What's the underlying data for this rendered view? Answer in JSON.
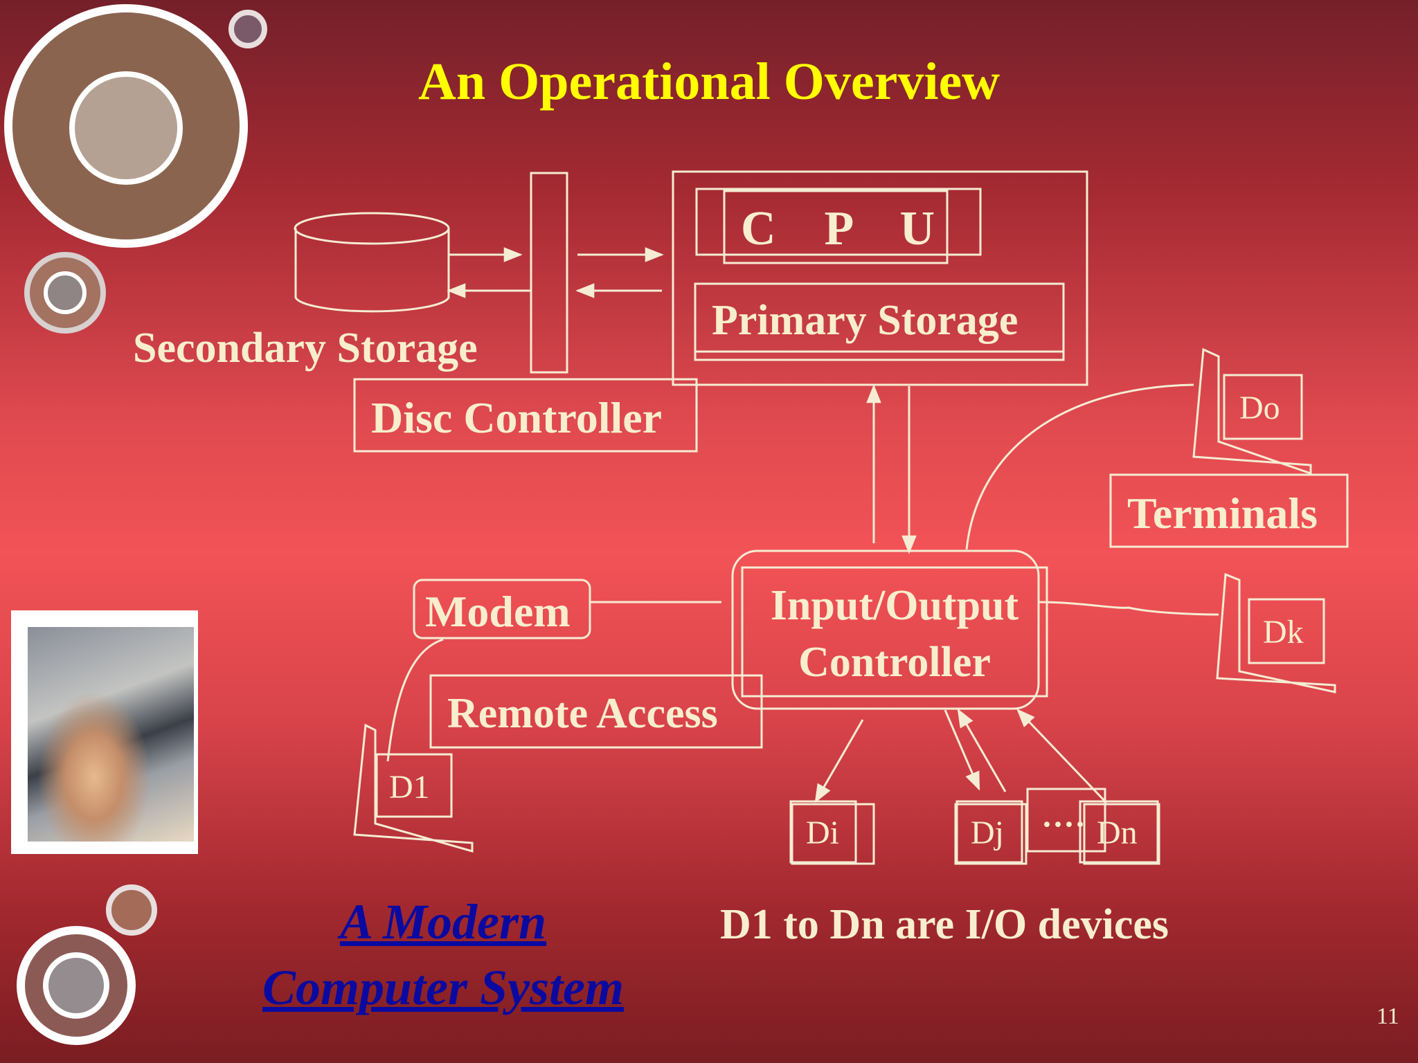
{
  "title": "An Operational Overview",
  "labels": {
    "secondary_storage": "Secondary Storage",
    "disc_controller": "Disc Controller",
    "cpu": "C    P    U",
    "primary_storage": "Primary Storage",
    "terminals": "Terminals",
    "modem": "Modem",
    "io_controller_line1": "Input/Output",
    "io_controller_line2": "Controller",
    "remote_access": "Remote Access"
  },
  "devices": {
    "d1": "D1",
    "do": "Do",
    "dk": "Dk",
    "di": "Di",
    "dj": "Dj",
    "ellipsis": "····",
    "dn": "Dn"
  },
  "subtitle_line1": "A Modern",
  "subtitle_line2": "Computer System",
  "footnote": "D1 to Dn are I/O devices",
  "page_number": "11",
  "colors": {
    "title": "#ffff00",
    "label": "#f8eecd",
    "subtitle": "#0a0aa0",
    "background_center": "#f25356",
    "background_edge": "#74202a"
  }
}
